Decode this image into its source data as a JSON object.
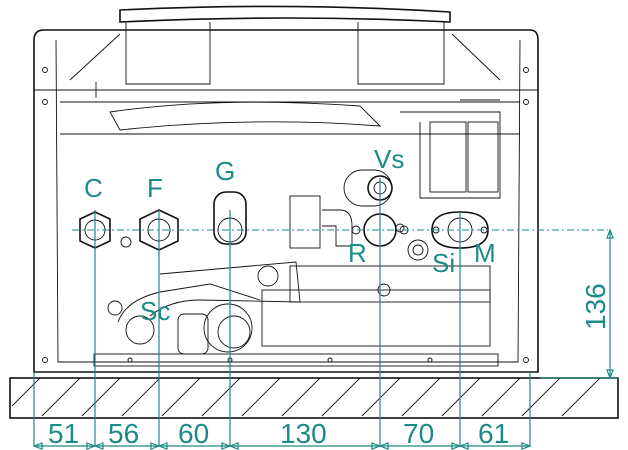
{
  "connections": [
    {
      "id": "C",
      "label": "C"
    },
    {
      "id": "F",
      "label": "F"
    },
    {
      "id": "G",
      "label": "G"
    },
    {
      "id": "Vs",
      "label": "Vs"
    },
    {
      "id": "R",
      "label": "R"
    },
    {
      "id": "Si",
      "label": "Si"
    },
    {
      "id": "M",
      "label": "M"
    },
    {
      "id": "Sc",
      "label": "Sc"
    }
  ],
  "dimensions": {
    "spacings": [
      "51",
      "56",
      "60",
      "130",
      "70",
      "61"
    ],
    "height": "136"
  },
  "colors": {
    "annotation": "#1c8a86",
    "line": "#111111"
  }
}
